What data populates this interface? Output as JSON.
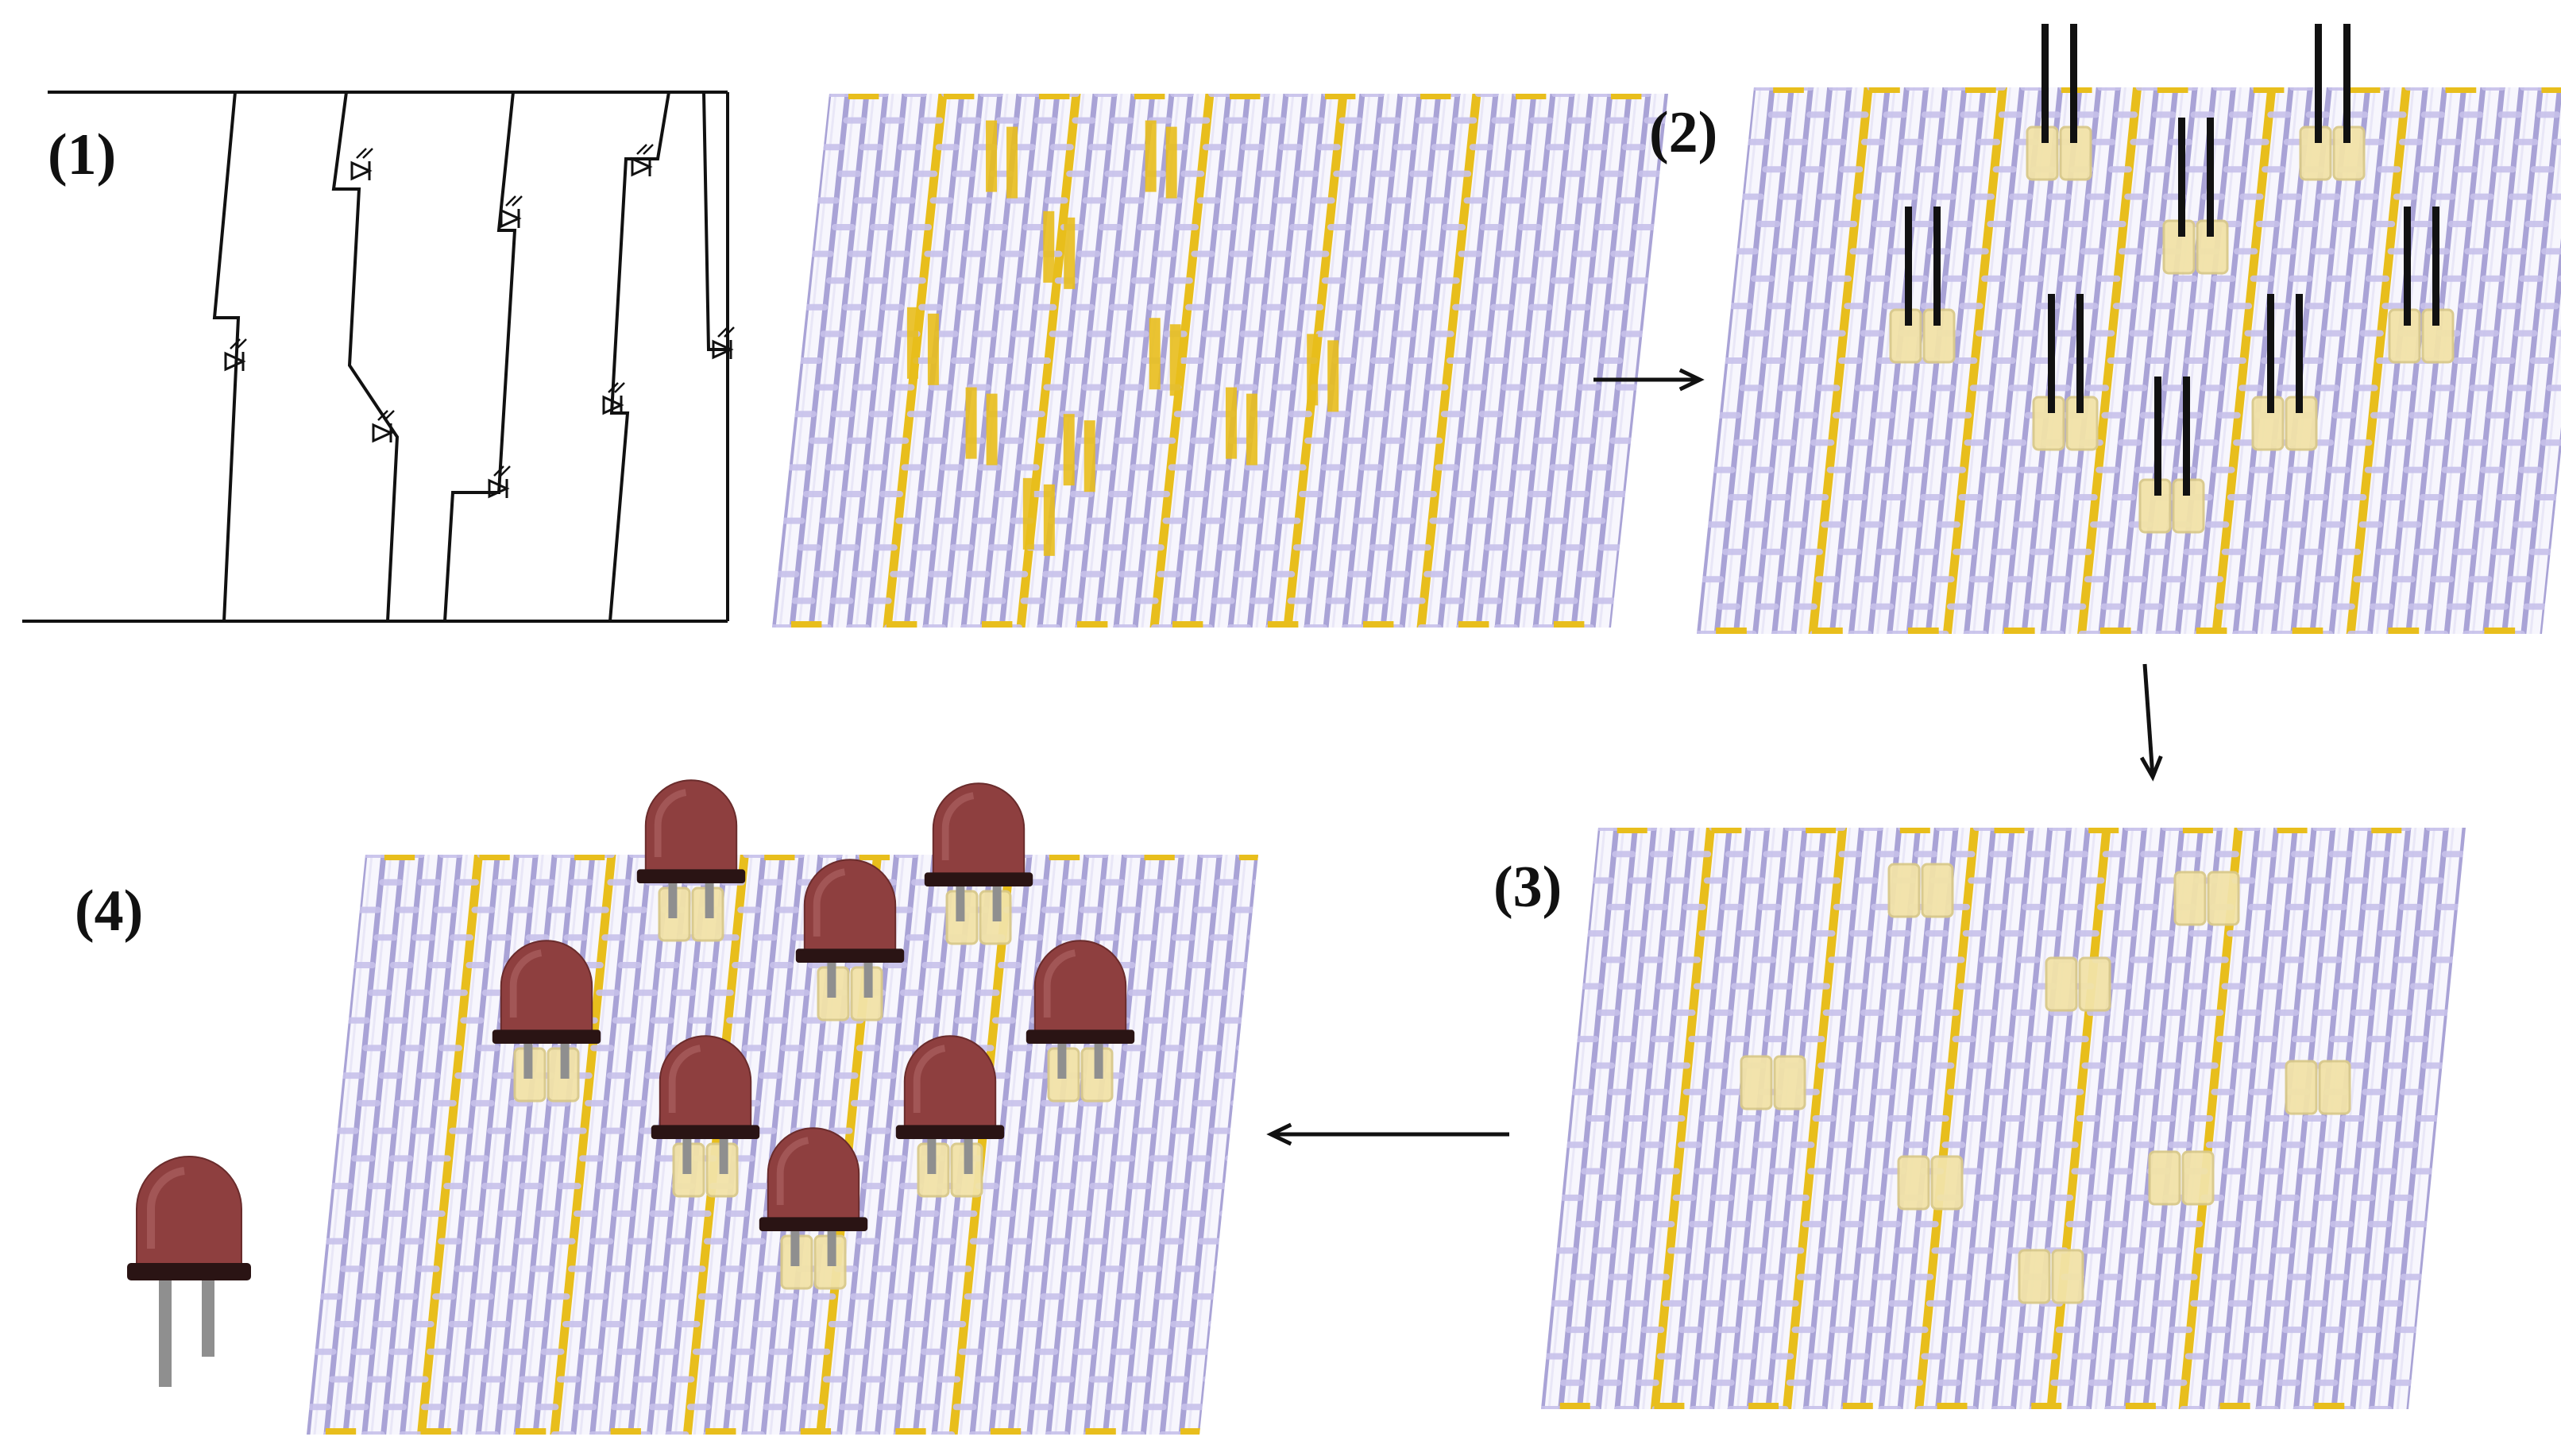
{
  "figure": {
    "steps": [
      {
        "id": "1",
        "label": "(1)"
      },
      {
        "id": "2",
        "label": "(2)"
      },
      {
        "id": "3",
        "label": "(3)"
      },
      {
        "id": "4",
        "label": "(4)"
      }
    ],
    "colors": {
      "fabric_thread": "#a9a3d6",
      "fabric_node": "#c6c1ea",
      "conductive_yarn": "#e8be1c",
      "connector_pad": "#f2e3a8",
      "wire_pin": "#111111",
      "led_body": "#8e3f3f",
      "led_rim": "#2a1414",
      "led_leg": "#8f8f8f",
      "circuit_line": "#111111",
      "arrow": "#111111"
    },
    "icons": [
      "led-icon",
      "diode-symbol-icon",
      "arrow-icon"
    ]
  }
}
